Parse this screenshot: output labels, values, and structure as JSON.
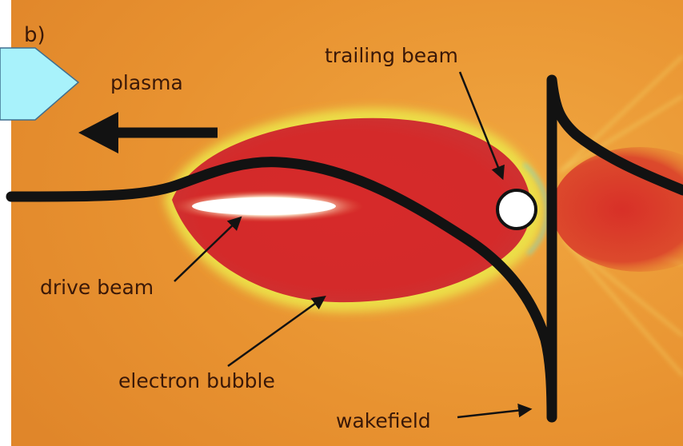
{
  "panel_label": "b)",
  "labels": {
    "plasma": "plasma",
    "trailing_beam": "trailing beam",
    "drive_beam": "drive beam",
    "electron_bubble": "electron bubble",
    "wakefield": "wakefield"
  },
  "colors": {
    "background": "#e8922e",
    "bubble": "#d42a2a",
    "bubble_edge": "#e6e24a",
    "drive_beam": "#fffbe8",
    "wakefield": "#121212",
    "pointer_shape": "#a8f2fb"
  }
}
